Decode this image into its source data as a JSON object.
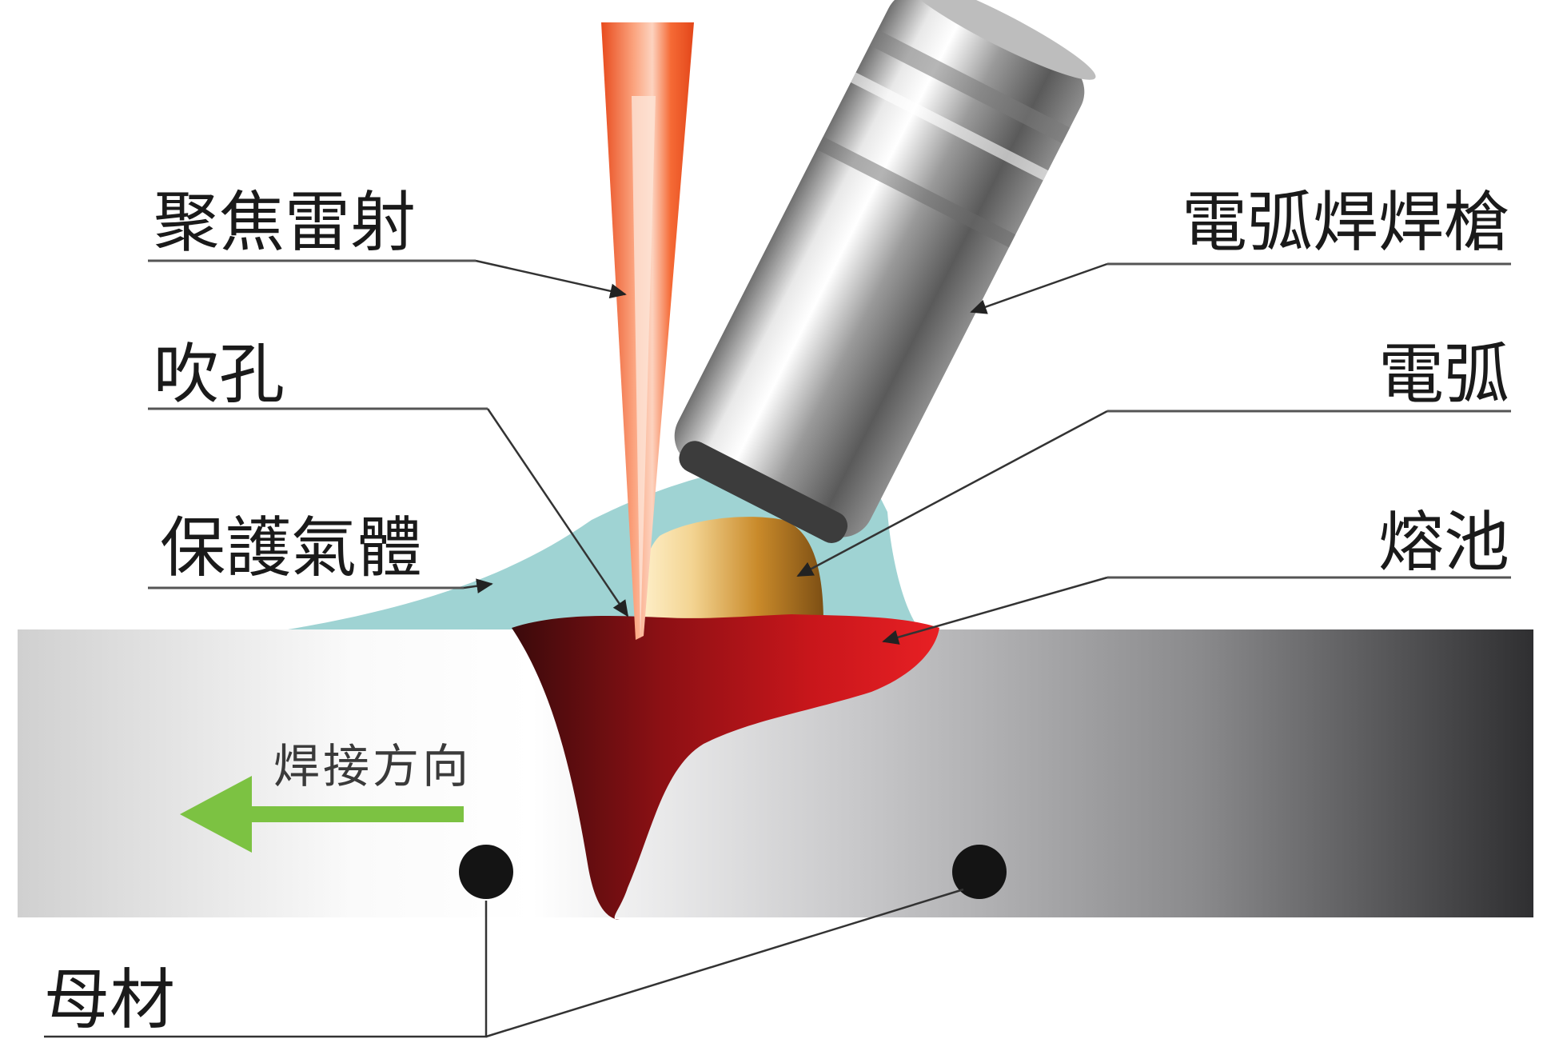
{
  "labels": {
    "focused_laser": "聚焦雷射",
    "keyhole": "吹孔",
    "shielding_gas": "保護氣體",
    "arc_torch": "電弧焊焊槍",
    "arc": "電弧",
    "weld_pool": "熔池",
    "welding_direction": "焊接方向",
    "base_metal": "母材"
  },
  "colors": {
    "laser": "#f05a2a",
    "shielding_gas": "#9fd3d3",
    "weld_pool": "#c4161c",
    "weld_pool_dark": "#5a0e10",
    "arc": "#d9a24a",
    "torch": "#a9a9a9",
    "base_metal_light": "#ffffff",
    "base_metal_dark": "#2f2f31",
    "arrow": "#7cc242",
    "ink": "#1a1a1a"
  },
  "icons": {
    "direction_arrow": "arrow-left-icon"
  }
}
